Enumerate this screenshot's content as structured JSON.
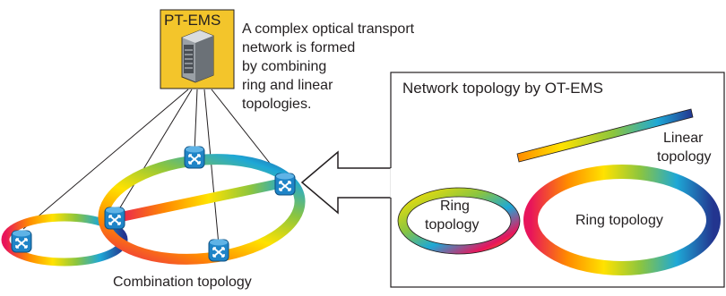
{
  "server_label": "PT-EMS",
  "description_lines": [
    "A complex optical transport",
    "network is formed",
    "by combining",
    "ring and linear",
    "topologies."
  ],
  "panel": {
    "title": "Network topology by OT-EMS",
    "linear_label_lines": [
      "Linear",
      "topology"
    ],
    "small_ring_lines": [
      "Ring",
      "topology"
    ],
    "big_ring_label": "Ring topology"
  },
  "combination_label": "Combination topology",
  "colors": {
    "server_box": "#f3c52b",
    "router": "#1f84c7",
    "gradient": [
      "#ffe200",
      "#ff8a00",
      "#e8155b",
      "#8bc53f",
      "#1ea8d6",
      "#23358f"
    ]
  },
  "icons": [
    "server-icon",
    "router-icon",
    "arrow-icon"
  ]
}
